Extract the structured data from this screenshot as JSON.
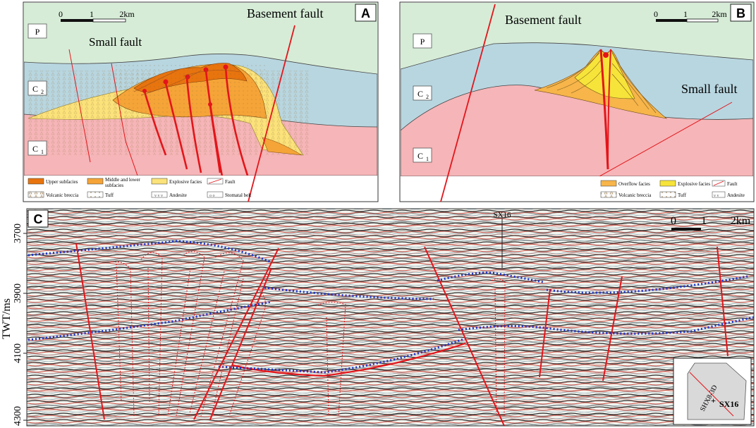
{
  "panel_a": {
    "letter": "A",
    "title_basement": "Basement fault",
    "title_small": "Small fault",
    "scale": {
      "zero": "0",
      "one": "1",
      "end": "2km"
    },
    "strata": {
      "p": "P",
      "c2": "C",
      "c2_sub": "2",
      "c1": "C",
      "c1_sub": "1"
    },
    "legend": [
      {
        "label": "Upper subfacies",
        "swatch": "#e8740e"
      },
      {
        "label": "Middle and lower",
        "label2": "subfacies",
        "swatch": "#f5a437"
      },
      {
        "label": "Explosive facies",
        "swatch": "#fbe27a"
      },
      {
        "label": "Fault",
        "swatch": "fault"
      },
      {
        "label": "Volcanic breccia",
        "swatch": "breccia"
      },
      {
        "label": "Tuff",
        "swatch": "tuff"
      },
      {
        "label": "Andesite",
        "swatch": "andesite"
      },
      {
        "label": "Stomatal belt",
        "swatch": "stomatal"
      }
    ]
  },
  "panel_b": {
    "letter": "B",
    "title_basement": "Basement fault",
    "title_small": "Small fault",
    "scale": {
      "zero": "0",
      "one": "1",
      "end": "2km"
    },
    "strata": {
      "p": "P",
      "c2": "C",
      "c2_sub": "2",
      "c1": "C",
      "c1_sub": "1"
    },
    "legend": [
      {
        "label": "Overflow facies",
        "swatch": "#f7b54a"
      },
      {
        "label": "Explosive facies",
        "swatch": "#f7e43a"
      },
      {
        "label": "Fault",
        "swatch": "fault"
      },
      {
        "label": "Volcanic breccia",
        "swatch": "breccia"
      },
      {
        "label": "Tuff",
        "swatch": "tuff"
      },
      {
        "label": "Andesite",
        "swatch": "andesite"
      }
    ]
  },
  "panel_c": {
    "letter": "C",
    "y_axis_label": "TWT/ms",
    "y_ticks": [
      "3700",
      "3900",
      "4100",
      "4300"
    ],
    "well_label": "SX16",
    "scale": {
      "zero": "0",
      "one": "1",
      "end": "2km"
    },
    "inset": {
      "survey": "SHX8-3D",
      "well": "SX16"
    }
  },
  "colors": {
    "permian": "#d6ecd7",
    "c2": "#b8d6e0",
    "c1": "#f6b5b8",
    "fault": "#e3151b",
    "horizon": "#1c33c7"
  }
}
